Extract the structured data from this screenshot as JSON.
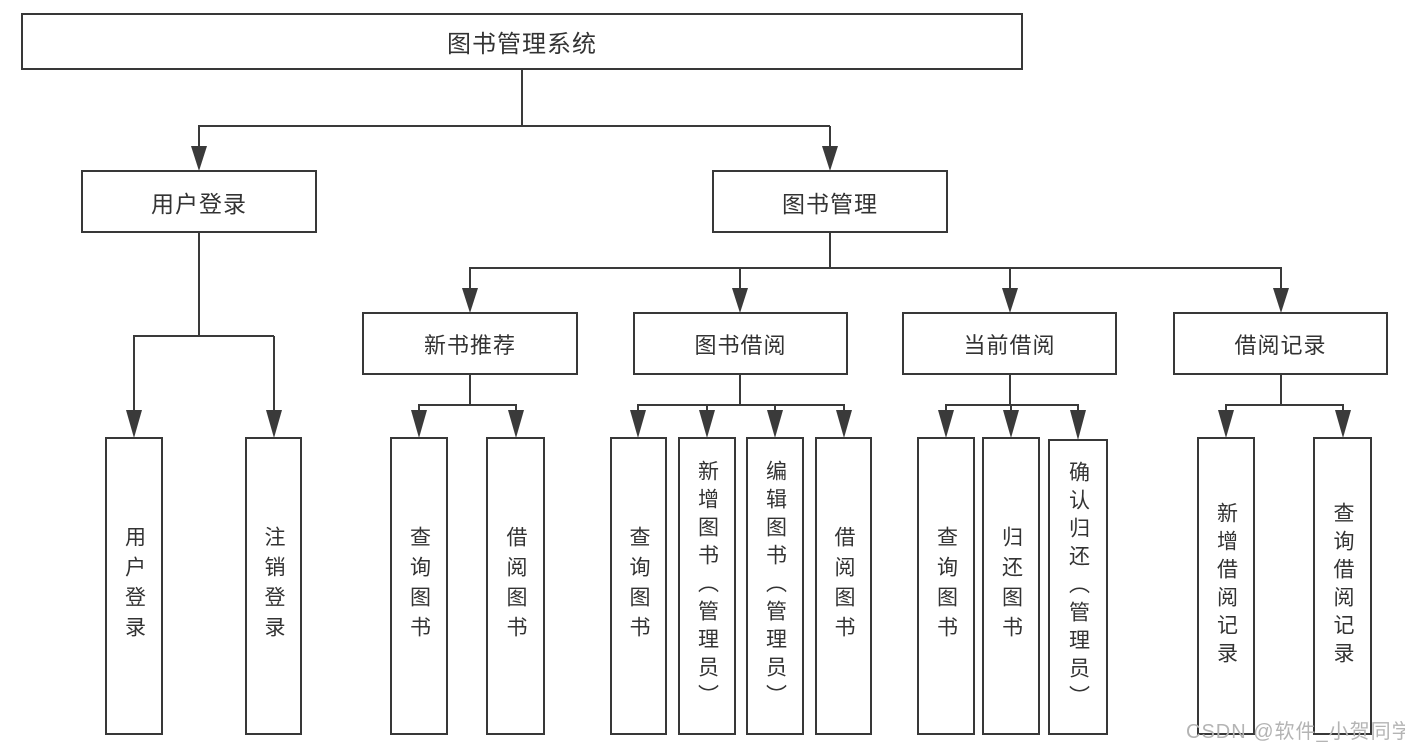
{
  "tree": {
    "root": {
      "label": "图书管理系统"
    },
    "children": [
      {
        "label": "用户登录",
        "children": [
          {
            "label": "用户登录"
          },
          {
            "label": "注销登录"
          }
        ]
      },
      {
        "label": "图书管理",
        "children": [
          {
            "label": "新书推荐",
            "children": [
              {
                "label": "查询图书"
              },
              {
                "label": "借阅图书"
              }
            ]
          },
          {
            "label": "图书借阅",
            "children": [
              {
                "label": "查询图书"
              },
              {
                "label": "新增图书（管理员）"
              },
              {
                "label": "编辑图书（管理员）"
              },
              {
                "label": "借阅图书"
              }
            ]
          },
          {
            "label": "当前借阅",
            "children": [
              {
                "label": "查询图书"
              },
              {
                "label": "归还图书"
              },
              {
                "label": "确认归还（管理员）"
              }
            ]
          },
          {
            "label": "借阅记录",
            "children": [
              {
                "label": "新增借阅记录"
              },
              {
                "label": "查询借阅记录"
              }
            ]
          }
        ]
      }
    ]
  },
  "watermark": {
    "text": "CSDN @软件_小贺同学"
  },
  "colors": {
    "line": "#3a3a3a",
    "border": "#383838",
    "text": "#333333",
    "watermark": "#b4b4b4",
    "background": "#ffffff"
  }
}
